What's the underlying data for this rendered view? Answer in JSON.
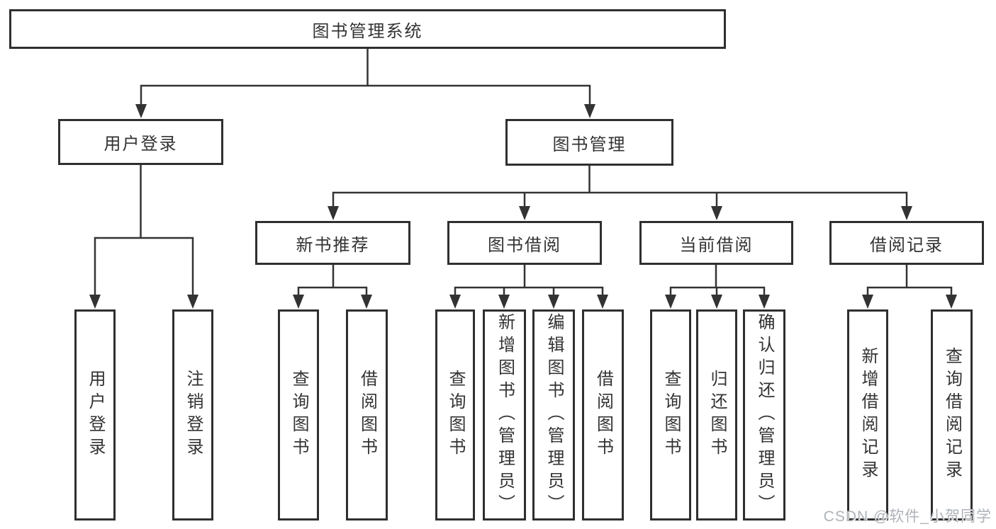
{
  "colors": {
    "background": "#ffffff",
    "line": "#333333",
    "box_border": "#2f2f2f",
    "text": "#333333",
    "watermark": "#aeb3b9"
  },
  "nodes": {
    "root": "图书管理系统",
    "user_login": "用户登录",
    "book_management": "图书管理",
    "new_book_recommend": "新书推荐",
    "book_borrow": "图书借阅",
    "current_borrow": "当前借阅",
    "borrow_record": "借阅记录",
    "user_login_children": {
      "login": "用户登录",
      "logout": "注销登录"
    },
    "new_book_recommend_children": {
      "query_book": "查询图书",
      "borrow_book": "借阅图书"
    },
    "book_borrow_children": {
      "query_book": "查询图书",
      "add_book": "新增图书（管理员）",
      "edit_book": "编辑图书（管理员）",
      "borrow_book": "借阅图书"
    },
    "current_borrow_children": {
      "query_book": "查询图书",
      "return_book": "归还图书",
      "confirm_return": "确认归还（管理员）"
    },
    "borrow_record_children": {
      "add_record": "新增借阅记录",
      "query_record": "查询借阅记录"
    }
  },
  "watermark": "CSDN @软件_小贺同学"
}
